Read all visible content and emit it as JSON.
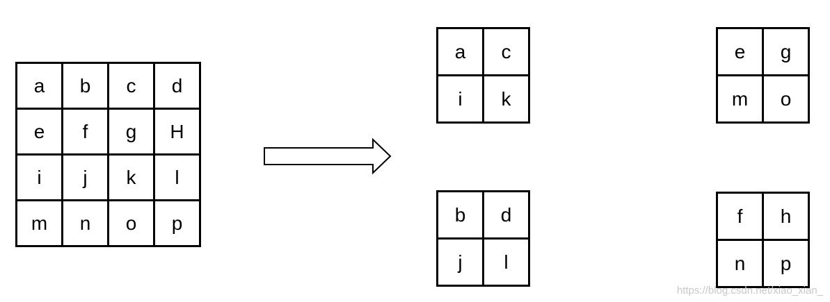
{
  "source_grid": {
    "rows": [
      [
        "a",
        "b",
        "c",
        "d"
      ],
      [
        "e",
        "f",
        "g",
        "H"
      ],
      [
        "i",
        "j",
        "k",
        "l"
      ],
      [
        "m",
        "n",
        "o",
        "p"
      ]
    ]
  },
  "sub_grids": {
    "top_left": {
      "rows": [
        [
          "a",
          "c"
        ],
        [
          "i",
          "k"
        ]
      ]
    },
    "top_right": {
      "rows": [
        [
          "e",
          "g"
        ],
        [
          "m",
          "o"
        ]
      ]
    },
    "bottom_left": {
      "rows": [
        [
          "b",
          "d"
        ],
        [
          "j",
          "l"
        ]
      ]
    },
    "bottom_right": {
      "rows": [
        [
          "f",
          "h"
        ],
        [
          "n",
          "p"
        ]
      ]
    }
  },
  "watermark": "https://blog.csdn.net/xiao_xian_",
  "colors": {
    "border": "#000000",
    "text": "#000000",
    "background": "#ffffff",
    "watermark": "#c8c8c8"
  }
}
